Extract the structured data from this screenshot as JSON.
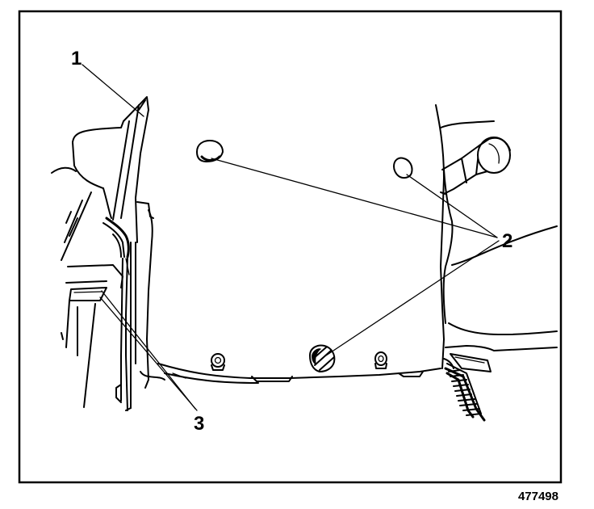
{
  "figure": {
    "id": "477498",
    "callouts": [
      {
        "key": "callout-1",
        "text": "1"
      },
      {
        "key": "callout-2",
        "text": "2"
      },
      {
        "key": "callout-3",
        "text": "3"
      }
    ]
  }
}
